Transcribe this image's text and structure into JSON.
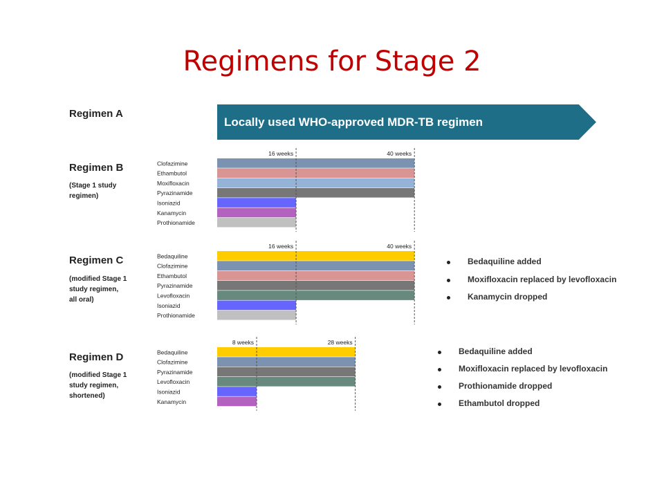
{
  "title": "Regimens for Stage 2",
  "regimen_a": {
    "name": "Regimen A",
    "banner_text": "Locally used WHO-approved MDR-TB regimen",
    "banner_color": "#1f6e88"
  },
  "colors": {
    "Clofazimine": "#7b93b1",
    "Ethambutol": "#d99594",
    "Moxifloxacin": "#95b3d7",
    "Pyrazinamide": "#777777",
    "Isoniazid": "#6666ff",
    "Kanamycin": "#b462c0",
    "Prothionamide": "#c0c0c0",
    "Bedaquiline": "#ffcc00",
    "Levofloxacin": "#688a7e"
  },
  "chart_data": [
    {
      "type": "gantt",
      "name": "Regimen B",
      "subtitle": "(Stage 1 study\nregimen)",
      "milestones": [
        {
          "label": "16 weeks",
          "weeks": 16
        },
        {
          "label": "40 weeks",
          "weeks": 40
        }
      ],
      "drugs": [
        {
          "name": "Clofazimine",
          "weeks": 40
        },
        {
          "name": "Ethambutol",
          "weeks": 40
        },
        {
          "name": "Moxifloxacin",
          "weeks": 40
        },
        {
          "name": "Pyrazinamide",
          "weeks": 40
        },
        {
          "name": "Isoniazid",
          "weeks": 16
        },
        {
          "name": "Kanamycin",
          "weeks": 16
        },
        {
          "name": "Prothionamide",
          "weeks": 16
        }
      ],
      "notes": []
    },
    {
      "type": "gantt",
      "name": "Regimen C",
      "subtitle": "(modified Stage 1\nstudy regimen,\nall oral)",
      "milestones": [
        {
          "label": "16 weeks",
          "weeks": 16
        },
        {
          "label": "40 weeks",
          "weeks": 40
        }
      ],
      "drugs": [
        {
          "name": "Bedaquiline",
          "weeks": 40
        },
        {
          "name": "Clofazimine",
          "weeks": 40
        },
        {
          "name": "Ethambutol",
          "weeks": 40
        },
        {
          "name": "Pyrazinamide",
          "weeks": 40
        },
        {
          "name": "Levofloxacin",
          "weeks": 40
        },
        {
          "name": "Isoniazid",
          "weeks": 16
        },
        {
          "name": "Prothionamide",
          "weeks": 16
        }
      ],
      "notes": [
        "Bedaquiline added",
        "Moxifloxacin replaced by levofloxacin",
        "Kanamycin dropped"
      ]
    },
    {
      "type": "gantt",
      "name": "Regimen D",
      "subtitle": "(modified Stage 1\nstudy regimen,\nshortened)",
      "milestones": [
        {
          "label": "8 weeks",
          "weeks": 8
        },
        {
          "label": "28 weeks",
          "weeks": 28
        }
      ],
      "drugs": [
        {
          "name": "Bedaquiline",
          "weeks": 28
        },
        {
          "name": "Clofazimine",
          "weeks": 28
        },
        {
          "name": "Pyrazinamide",
          "weeks": 28
        },
        {
          "name": "Levofloxacin",
          "weeks": 28
        },
        {
          "name": "Isoniazid",
          "weeks": 8
        },
        {
          "name": "Kanamycin",
          "weeks": 8
        }
      ],
      "notes": [
        "Bedaquiline added",
        "Moxifloxacin replaced by levofloxacin",
        "Prothionamide dropped",
        "Ethambutol dropped"
      ]
    }
  ]
}
